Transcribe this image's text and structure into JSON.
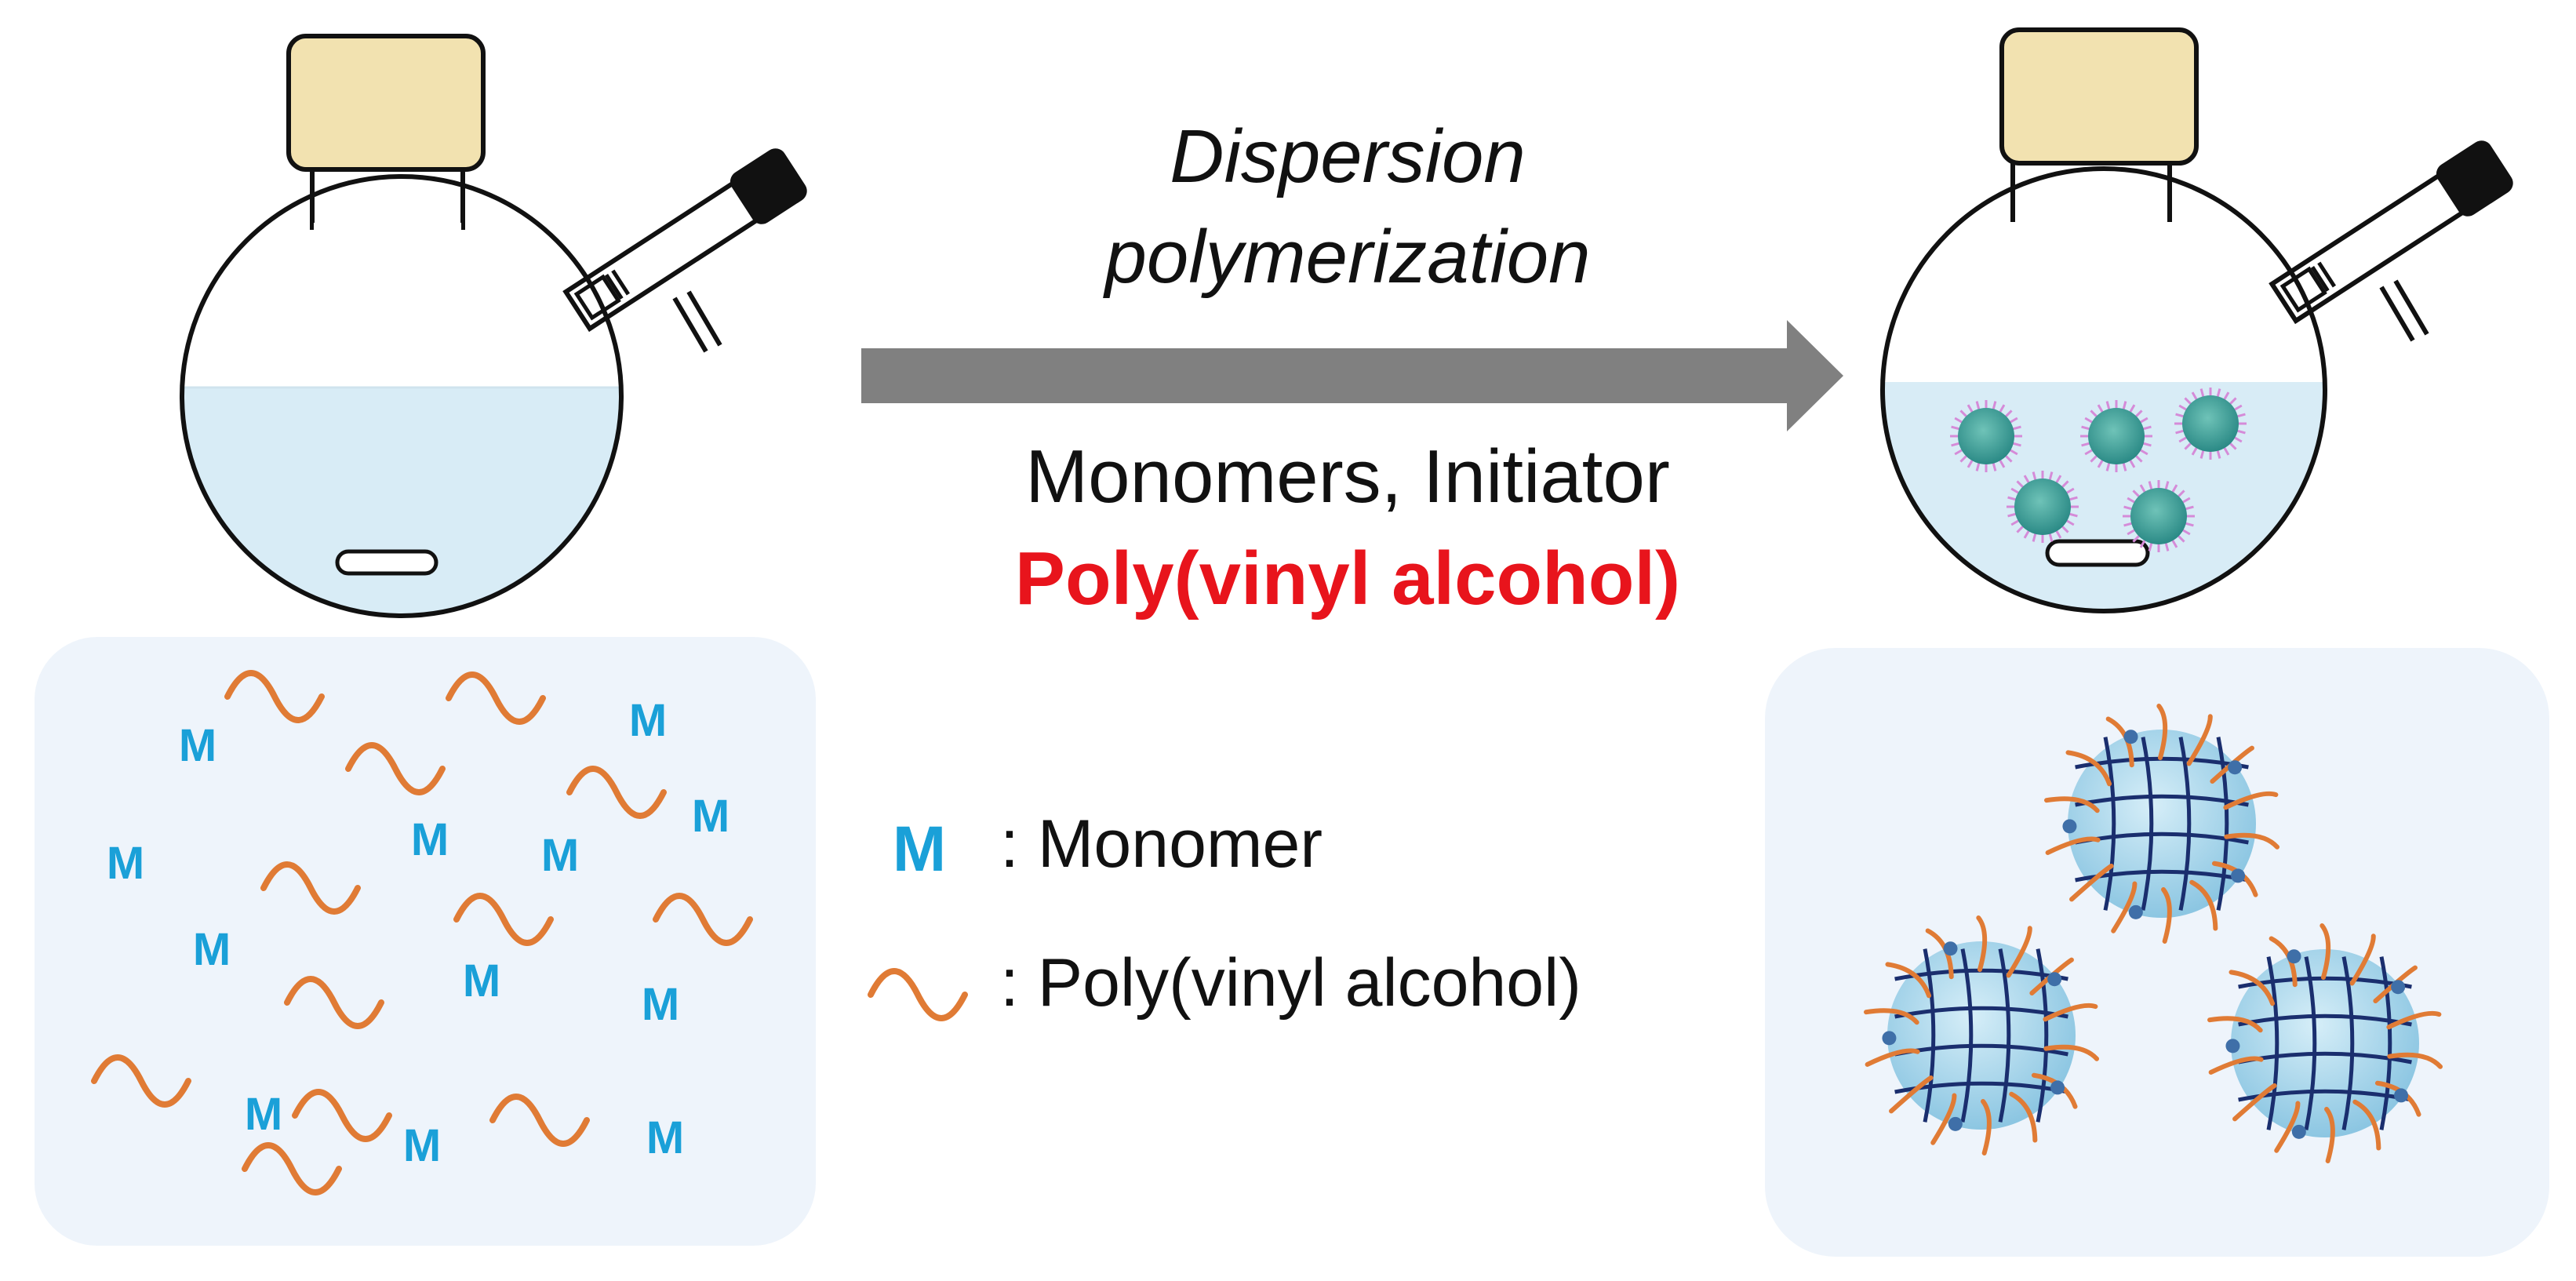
{
  "arrow": {
    "line1": "Dispersion",
    "line2": "polymerization",
    "reagents": "Monomers, Initiator",
    "stabilizer": "Poly(vinyl alcohol)"
  },
  "legend": {
    "monomer_symbol": "M",
    "monomer_label": ": Monomer",
    "pva_label": ": Poly(vinyl alcohol)"
  },
  "left_panel": {
    "monomer_symbol": "M"
  },
  "colors": {
    "monomer": "#1aa0d8",
    "pva_chain": "#e07b35",
    "arrow": "#808080",
    "stabilizer_text": "#e8141c",
    "liquid": "#d8ecf6",
    "panel_bg": "#eef4fb",
    "stopper": "#f2e2b0",
    "network": "#1a2e6e",
    "particle": "#a9d6ec"
  },
  "icons": [
    "round-bottom-flask-icon",
    "septum-cap-icon",
    "stir-bar-icon",
    "reaction-arrow-icon",
    "polymer-particle-icon"
  ]
}
